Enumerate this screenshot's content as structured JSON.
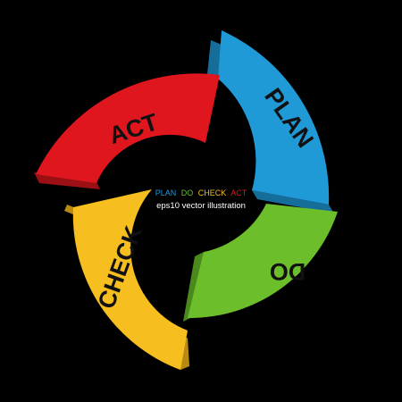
{
  "segments": [
    {
      "id": "plan",
      "label": "PLAN",
      "color": "#1f9ad6",
      "shade": "#156d99"
    },
    {
      "id": "do",
      "label": "DO",
      "color": "#6cbf2a",
      "shade": "#4a8a1c"
    },
    {
      "id": "check",
      "label": "CHECK",
      "color": "#f7be1f",
      "shade": "#b88a12"
    },
    {
      "id": "act",
      "label": "ACT",
      "color": "#e0161f",
      "shade": "#9c0f15"
    }
  ],
  "center": {
    "words": [
      "PLAN",
      "DO",
      "CHECK",
      "ACT"
    ],
    "subtitle": "eps10 vector illustration"
  }
}
